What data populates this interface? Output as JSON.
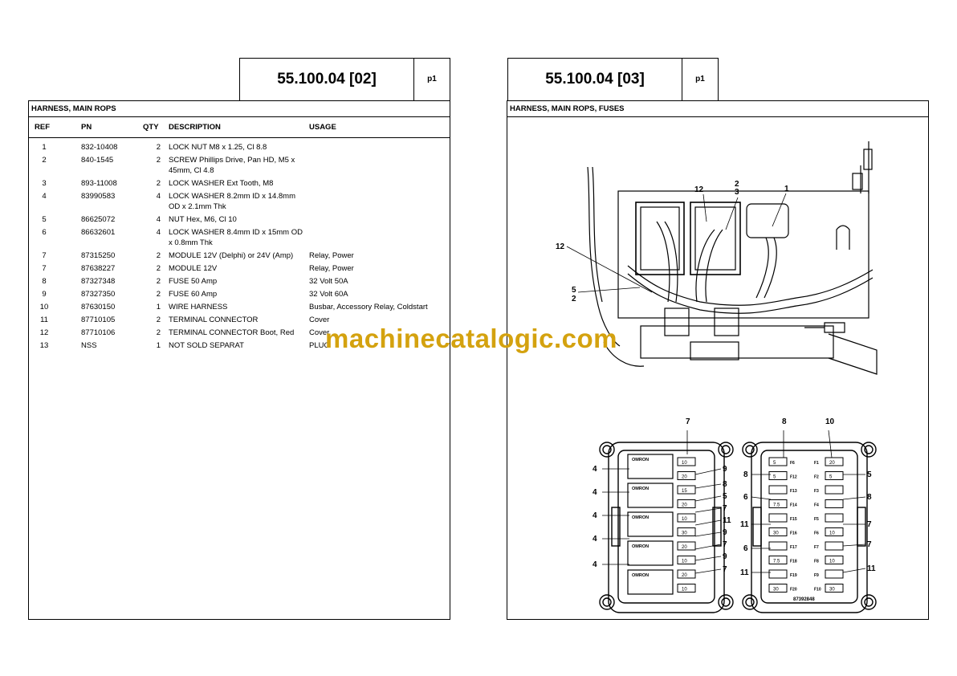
{
  "left": {
    "code": "55.100.04 [02]",
    "page": "p1",
    "title": "HARNESS, MAIN ROPS",
    "headers": {
      "ref": "REF",
      "pn": "PN",
      "qty": "QTY",
      "description": "DESCRIPTION",
      "usage": "USAGE"
    },
    "rows": [
      {
        "ref": "1",
        "pn": "832-10408",
        "qty": "2",
        "description": "LOCK NUT M8 x 1.25, Cl 8.8",
        "usage": ""
      },
      {
        "ref": "2",
        "pn": "840-1545",
        "qty": "2",
        "description": "SCREW Phillips Drive, Pan HD, M5 x 45mm, Cl 4.8",
        "usage": ""
      },
      {
        "ref": "3",
        "pn": "893-11008",
        "qty": "2",
        "description": "LOCK WASHER Ext Tooth, M8",
        "usage": ""
      },
      {
        "ref": "4",
        "pn": "83990583",
        "qty": "4",
        "description": "LOCK WASHER 8.2mm ID x 14.8mm OD x 2.1mm Thk",
        "usage": ""
      },
      {
        "ref": "5",
        "pn": "86625072",
        "qty": "4",
        "description": "NUT Hex, M6, Cl 10",
        "usage": ""
      },
      {
        "ref": "6",
        "pn": "86632601",
        "qty": "4",
        "description": "LOCK WASHER 8.4mm ID x 15mm OD x 0.8mm Thk",
        "usage": ""
      },
      {
        "ref": "7",
        "pn": "87315250",
        "qty": "2",
        "description": "MODULE 12V (Delphi) or 24V (Amp)",
        "usage": "Relay, Power"
      },
      {
        "ref": "7",
        "pn": "87638227",
        "qty": "2",
        "description": "MODULE 12V",
        "usage": "Relay, Power"
      },
      {
        "ref": "8",
        "pn": "87327348",
        "qty": "2",
        "description": "FUSE 50 Amp",
        "usage": "32 Volt 50A"
      },
      {
        "ref": "9",
        "pn": "87327350",
        "qty": "2",
        "description": "FUSE 60 Amp",
        "usage": "32 Volt 60A"
      },
      {
        "ref": "10",
        "pn": "87630150",
        "qty": "1",
        "description": "WIRE HARNESS",
        "usage": "Busbar, Accessory Relay, Coldstart"
      },
      {
        "ref": "11",
        "pn": "87710105",
        "qty": "2",
        "description": "TERMINAL CONNECTOR",
        "usage": "Cover"
      },
      {
        "ref": "12",
        "pn": "87710106",
        "qty": "2",
        "description": "TERMINAL CONNECTOR Boot, Red",
        "usage": "Cover"
      },
      {
        "ref": "13",
        "pn": "NSS",
        "qty": "1",
        "description": "NOT SOLD SEPARAT",
        "usage": "PLUG"
      }
    ]
  },
  "right": {
    "code": "55.100.04 [03]",
    "page": "p1",
    "title": "HARNESS, MAIN ROPS, FUSES",
    "diagram": {
      "top_callouts": [
        "1",
        "2",
        "3",
        "12",
        "12",
        "5",
        "2"
      ],
      "left_box_callouts": [
        "7",
        "4",
        "4",
        "4",
        "4",
        "4",
        "9",
        "8",
        "5",
        "7",
        "11",
        "9",
        "7",
        "9",
        "7"
      ],
      "right_box_callouts": [
        "8",
        "10",
        "8",
        "5",
        "6",
        "8",
        "11",
        "7",
        "6",
        "7",
        "11",
        "11"
      ],
      "relay_label": "OMRON",
      "part_number_label": "87392848",
      "fuse_values_left": [
        "10",
        "20",
        "15",
        "20",
        "10",
        "30",
        "20",
        "10",
        "20",
        "10"
      ],
      "fuse_values_right_col1": [
        "5",
        "5",
        "",
        "7.5",
        "",
        "30",
        "",
        "7.5",
        "",
        "30"
      ],
      "fuse_values_right_col2": [
        "20",
        "5",
        "",
        "",
        "",
        "10",
        "",
        "10",
        "",
        "30"
      ],
      "fuse_slot_labels_col1": [
        "F6",
        "F12",
        "F13",
        "F14",
        "F15",
        "F16",
        "F17",
        "F18",
        "F19",
        "F20"
      ],
      "fuse_slot_labels_col2": [
        "F1",
        "F2",
        "F3",
        "F4",
        "F5",
        "F6",
        "F7",
        "F8",
        "F9",
        "F10"
      ]
    }
  },
  "watermark": "machinecatalogic.com"
}
